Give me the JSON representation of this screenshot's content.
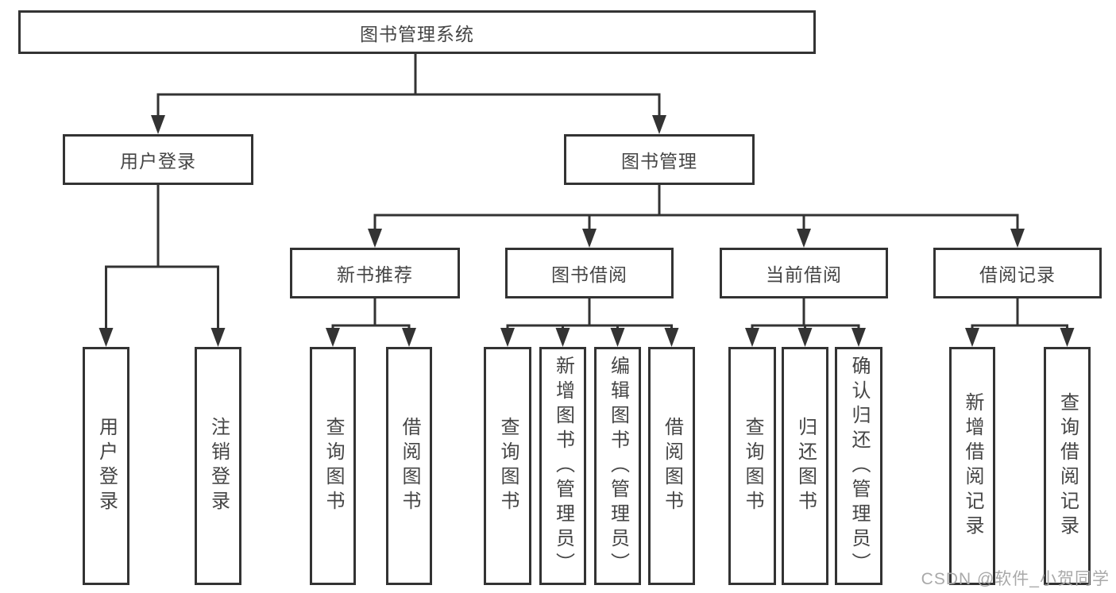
{
  "tree": {
    "label": "图书管理系统",
    "children": [
      {
        "label": "用户登录",
        "children": [
          {
            "label": "用户登录"
          },
          {
            "label": "注销登录"
          }
        ]
      },
      {
        "label": "图书管理",
        "children": [
          {
            "label": "新书推荐",
            "children": [
              {
                "label": "查询图书"
              },
              {
                "label": "借阅图书"
              }
            ]
          },
          {
            "label": "图书借阅",
            "children": [
              {
                "label": "查询图书"
              },
              {
                "label": "新增图书（管理员）"
              },
              {
                "label": "编辑图书（管理员）"
              },
              {
                "label": "借阅图书"
              }
            ]
          },
          {
            "label": "当前借阅",
            "children": [
              {
                "label": "查询图书"
              },
              {
                "label": "归还图书"
              },
              {
                "label": "确认归还（管理员）"
              }
            ]
          },
          {
            "label": "借阅记录",
            "children": [
              {
                "label": "新增借阅记录"
              },
              {
                "label": "查询借阅记录"
              }
            ]
          }
        ]
      }
    ]
  },
  "watermark": {
    "text": "CSDN @软件_小贺同学"
  },
  "colors": {
    "line": "#333333",
    "box_border": "#333333",
    "text": "#454545",
    "watermark": "#a9a9a9",
    "background": "#ffffff"
  }
}
